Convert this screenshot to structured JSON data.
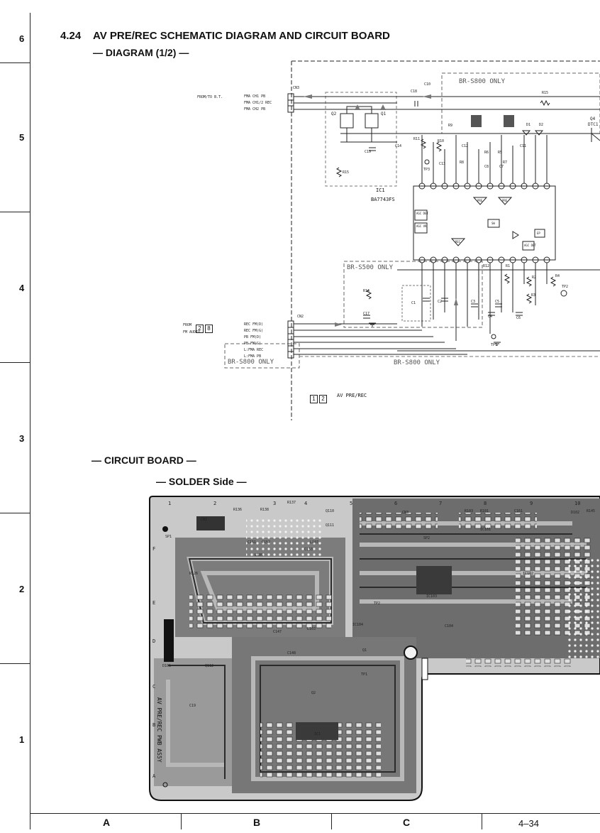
{
  "page": {
    "section_number": "4.24",
    "section_title": "AV PRE/REC SCHEMATIC DIAGRAM AND CIRCUIT BOARD",
    "diagram_subtitle": "— DIAGRAM (1/2) —",
    "board_subtitle": "— CIRCUIT BOARD —",
    "side_subtitle": "— SOLDER Side —",
    "page_number": "4–34"
  },
  "grid": {
    "rows": [
      "6",
      "5",
      "4",
      "3",
      "2",
      "1"
    ],
    "columns": [
      "A",
      "B",
      "C"
    ]
  },
  "schematic": {
    "variant_labels": [
      "BR-S800 ONLY",
      "BR-S500 ONLY",
      "BR-S800 ONLY",
      "BR-S800 ONLY"
    ],
    "ic_label": "IC1",
    "ic_part": "BA7743FS",
    "connector_top": "CN3",
    "connector_bottom": "CN2",
    "from_to": "FROM/TO B.T.",
    "cn3_pins": [
      "FMA CH1 PB",
      "FMA CH1/2 REC",
      "FMA CH2 PB"
    ],
    "from_fm": "FROM",
    "fm_audio": "FM AUDIO",
    "cn2_pins": [
      "REC FM(D)",
      "REC FM(G)",
      "PB FM(D)",
      "PB FM(G)",
      "L:FMA REC",
      "L:FMA PB"
    ],
    "transistors": [
      "Q2",
      "Q1",
      "Q4",
      "DTC1"
    ],
    "components": [
      "C10",
      "C18",
      "R15",
      "R11",
      "R10",
      "R9",
      "C14",
      "C19",
      "C12",
      "C13",
      "R8",
      "R6",
      "R5",
      "C11",
      "R7",
      "C8",
      "C7",
      "R15",
      "TP3",
      "R12",
      "R1",
      "R2",
      "R3",
      "R4",
      "TP2",
      "R14",
      "C1",
      "C2",
      "C3",
      "C5",
      "C4",
      "C6",
      "C17",
      "TP1",
      "D1",
      "D2"
    ],
    "blocks": [
      "AGC DET",
      "AGC VR",
      "PRE",
      "PRE",
      "SW",
      "REC",
      "AGC DET",
      "EP"
    ],
    "legend_boxes": [
      "1",
      "2"
    ],
    "legend_text": "AV PRE/REC",
    "from_boxes": [
      "2",
      "8"
    ]
  },
  "board": {
    "column_markers": [
      "1",
      "2",
      "3",
      "4",
      "5",
      "6",
      "7",
      "8",
      "9",
      "10"
    ],
    "row_markers": [
      "F",
      "E",
      "D",
      "C",
      "B",
      "A"
    ],
    "vertical_text": "AV PRE/REC PWB AS5Y",
    "labels": [
      "CN2",
      "R138",
      "R136",
      "R137",
      "Q110",
      "Q111",
      "C151",
      "C152",
      "L106",
      "L107",
      "C153",
      "R103",
      "R101",
      "C161",
      "D102",
      "R145",
      "CN3",
      "IC101",
      "IC102",
      "IC103",
      "IC104",
      "C104",
      "Q112",
      "D101",
      "C147",
      "C148",
      "L103",
      "R126",
      "SP1",
      "SP2",
      "TP1",
      "TP2",
      "Q1",
      "Q2",
      "IC1",
      "C19"
    ]
  },
  "colors": {
    "ink": "#111111",
    "board_dark": "#2b2b2b",
    "board_trace": "#8e8e8e",
    "board_light": "#c9c9c9",
    "board_pad": "#f2f2f2"
  }
}
